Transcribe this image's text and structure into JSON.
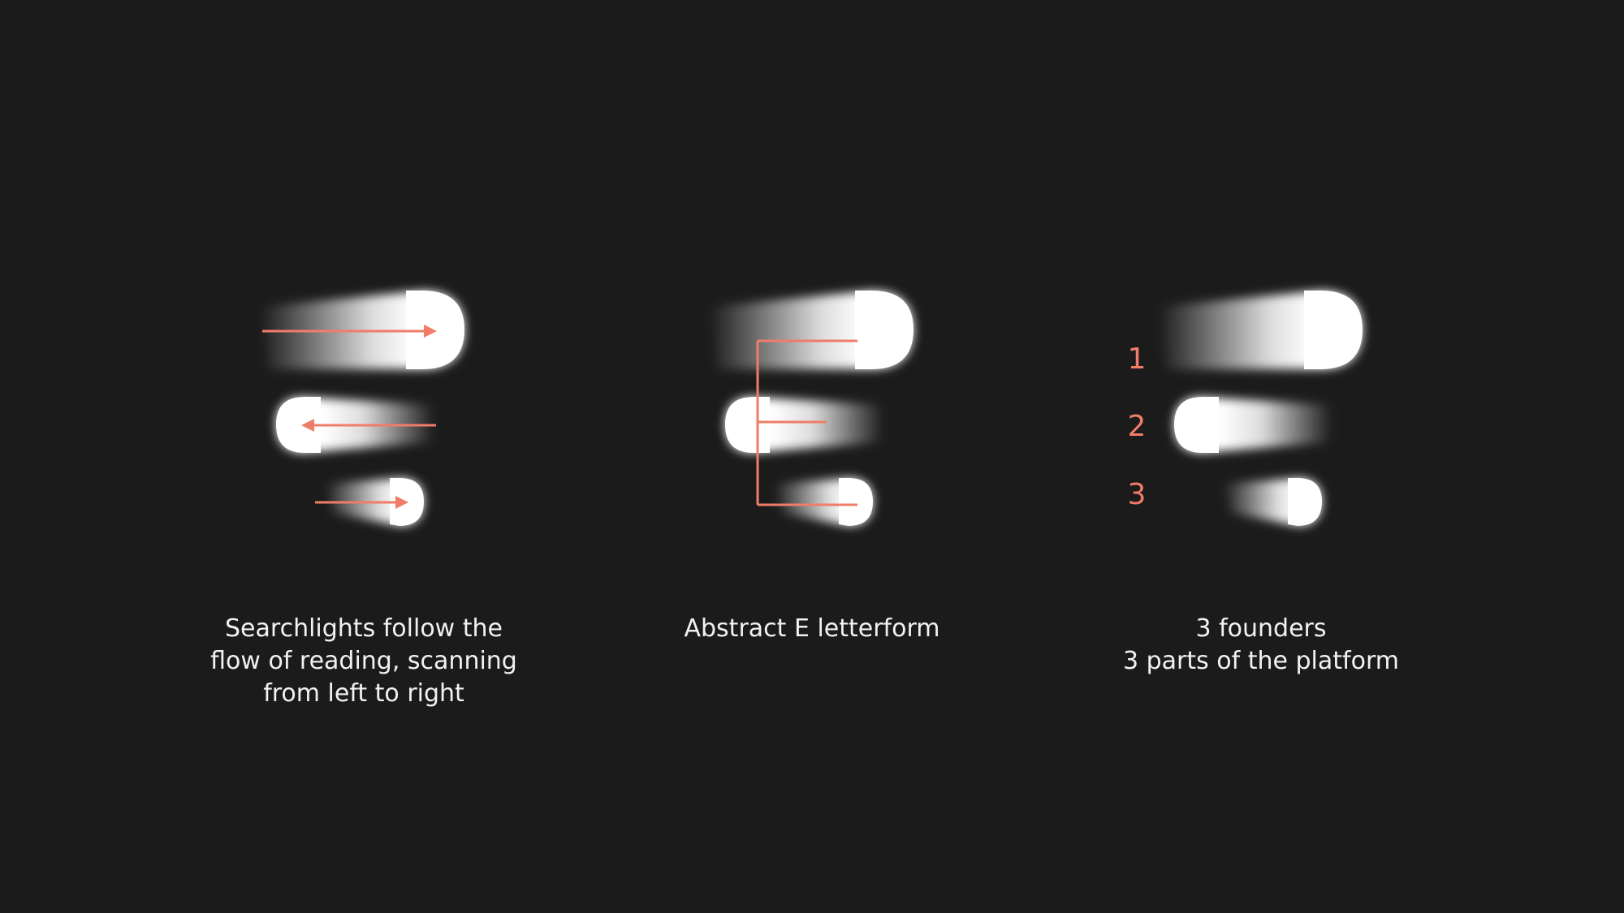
{
  "panels": [
    {
      "id": "reading-flow",
      "caption_lines": [
        "Searchlights follow the",
        "flow of reading, scanning",
        "from left to right"
      ]
    },
    {
      "id": "letterform",
      "caption_lines": [
        "Abstract E letterform"
      ]
    },
    {
      "id": "founders",
      "caption_lines": [
        "3 founders",
        "3 parts of the platform"
      ],
      "numbers": [
        "1",
        "2",
        "3"
      ]
    }
  ],
  "colors": {
    "background": "#1b1b1b",
    "accent": "#ef7d68",
    "searchlight": "#ffffff",
    "text": "#f2f2f2"
  }
}
